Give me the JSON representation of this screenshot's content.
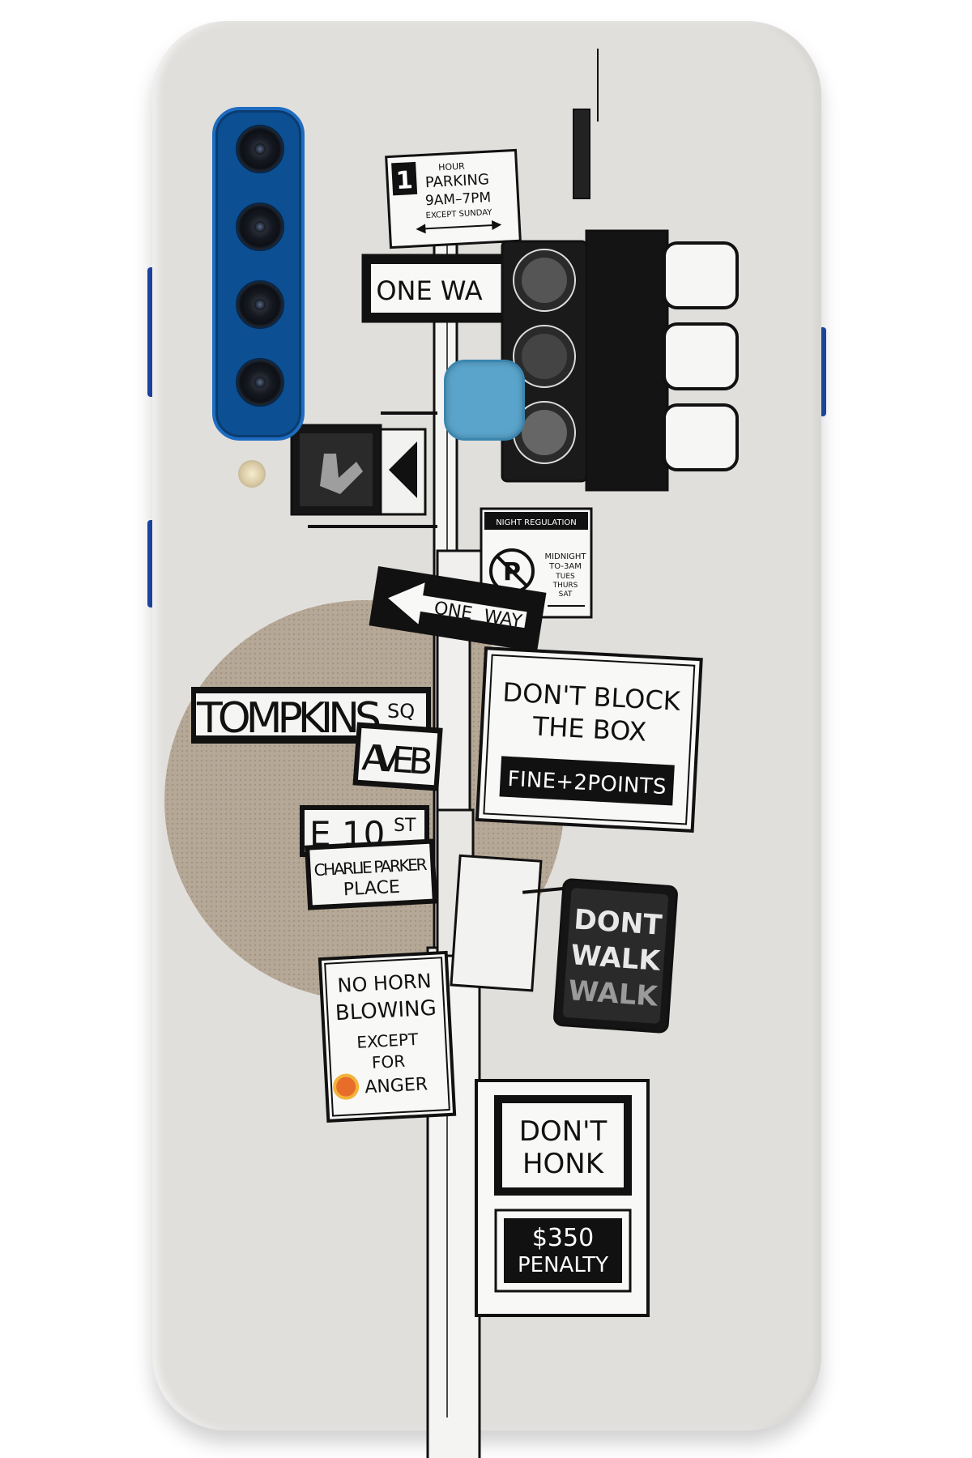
{
  "signs": {
    "parking": {
      "hour_num": "1",
      "hour_word": "HOUR",
      "title": "PARKING",
      "time": "9AM–7PM",
      "except": "EXCEPT SUNDAY"
    },
    "one_way_top": "ONE WA",
    "night_regulation": {
      "title": "NIGHT REGULATION",
      "line1": "MIDNIGHT",
      "line2": "TO-3AM",
      "line3": "TUES",
      "line4": "THURS",
      "line5": "SAT"
    },
    "one_way_arrow": {
      "word1": "ONE",
      "word2": "WAY"
    },
    "tompkins": {
      "main": "TOMPKINS",
      "suffix": "SQ"
    },
    "ave_b": "AVE B",
    "e10": {
      "main": "E 10",
      "suffix": "ST"
    },
    "charlie_parker": {
      "line1": "CHARLIE PARKER",
      "line2": "PLACE"
    },
    "dont_block": {
      "line1": "DON'T BLOCK",
      "line2": "THE BOX",
      "fine": "FINE+2POINTS"
    },
    "dont_walk": {
      "line1": "DONT",
      "line2": "WALK",
      "line3": "WALK"
    },
    "no_horn": {
      "line1": "NO HORN",
      "line2": "BLOWING",
      "line3": "EXCEPT",
      "line4": "FOR",
      "line5": "ANGER"
    },
    "dont_honk": {
      "line1": "DON'T",
      "line2": "HONK",
      "line3": "$350",
      "line4": "PENALTY"
    }
  },
  "colors": {
    "case": "#e1dfdc",
    "camera": "#0c4f92",
    "fingerprint": "#5aa4cb",
    "circle": "#b3a594",
    "ink": "#111111"
  }
}
